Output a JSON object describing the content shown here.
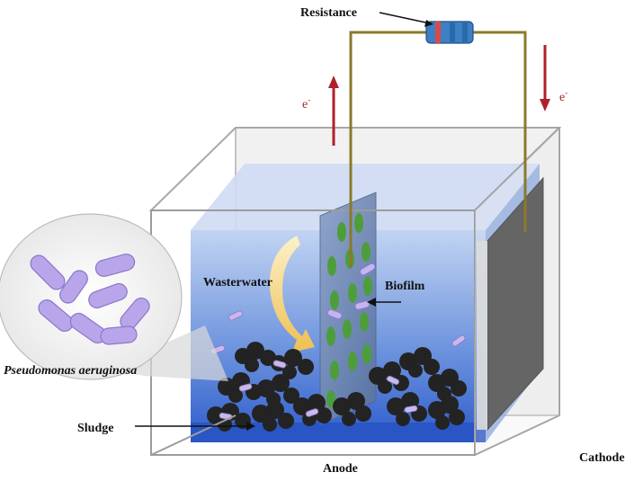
{
  "labels": {
    "resistance": "Resistance",
    "electron_left": "e",
    "electron_right": "e",
    "electron_sup": "-",
    "wastewater": "Wasterwater",
    "biofilm": "Biofilm",
    "organism": "Pseudomonas aeruginosa",
    "sludge": "Sludge",
    "anode": "Anode",
    "cathode": "Cathode"
  },
  "colors": {
    "wire": "#8a7a2a",
    "electron_arrow": "#b0202a",
    "water_top": "#b8cdf0",
    "water_bottom": "#2f5fcf",
    "biofilm_dot": "#4a9a3a",
    "cathode_plate": "#3a3a3a",
    "sludge": "#222222",
    "bacteria": "#b9a6ea"
  }
}
